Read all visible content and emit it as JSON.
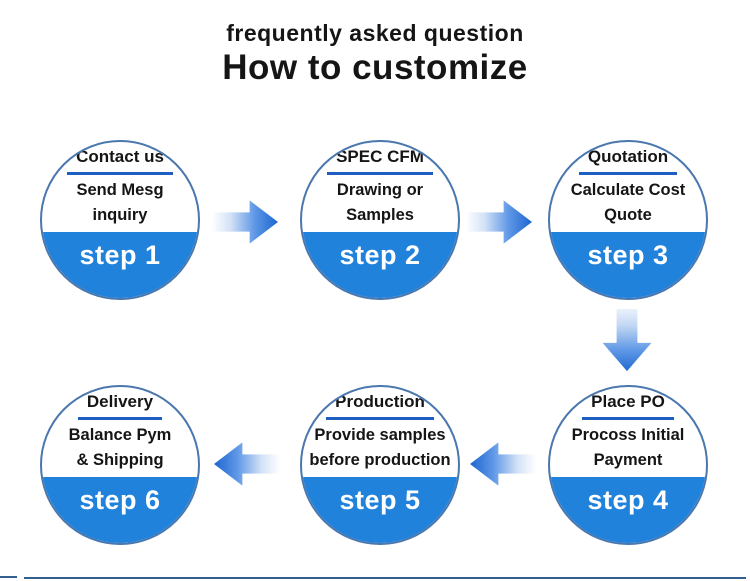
{
  "header": {
    "subtitle": "frequently asked question",
    "title": "How to customize"
  },
  "steps": [
    {
      "label": "step 1",
      "title": "Contact us",
      "lines": [
        "Send Mesg",
        "inquiry"
      ]
    },
    {
      "label": "step 2",
      "title": "SPEC CFM",
      "lines": [
        "Drawing or",
        "Samples"
      ]
    },
    {
      "label": "step 3",
      "title": "Quotation",
      "lines": [
        "Calculate Cost",
        "Quote"
      ]
    },
    {
      "label": "step 4",
      "title": "Place PO",
      "lines": [
        "Procoss Initial",
        "Payment"
      ]
    },
    {
      "label": "step 5",
      "title": "Production",
      "lines": [
        "Provide samples",
        "before production"
      ]
    },
    {
      "label": "step 6",
      "title": "Delivery",
      "lines": [
        "Balance Pym",
        "& Shipping"
      ]
    }
  ],
  "arrows": [
    {
      "from": "step 1",
      "to": "step 2",
      "direction": "right"
    },
    {
      "from": "step 2",
      "to": "step 3",
      "direction": "right"
    },
    {
      "from": "step 3",
      "to": "step 4",
      "direction": "down"
    },
    {
      "from": "step 4",
      "to": "step 5",
      "direction": "left"
    },
    {
      "from": "step 5",
      "to": "step 6",
      "direction": "left"
    }
  ],
  "colors": {
    "band_blue": "#2182DC",
    "circle_border": "#4A77AD",
    "underline_blue": "#1D5FC0",
    "arrow_blue": "#1C66D0",
    "text_black": "#151515",
    "step_text": "#FFFFFF",
    "bottom_rule": "#34608F"
  }
}
